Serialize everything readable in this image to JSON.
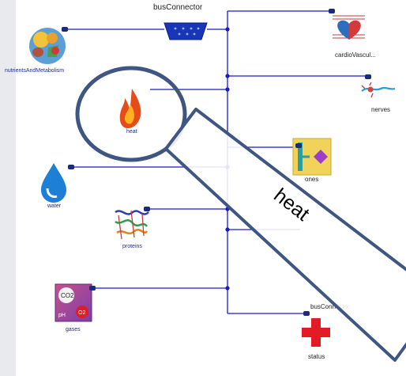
{
  "diagram": {
    "bus": {
      "top_label": "busConnector",
      "bottom_label": "busConnector"
    },
    "components": {
      "nutrients": "nutrientsAndMetabolism",
      "cardio": "cardioVascul...",
      "heat": "heat",
      "nerves": "nerves",
      "hormones": "ones",
      "water": "water",
      "proteins": "proteins",
      "gases": "gases",
      "status": "status"
    },
    "gas_icon_text": {
      "co2": "CO2",
      "ph": "pH",
      "o2": "O2"
    },
    "magnifier_label": "heat",
    "colors": {
      "wire": "#1a1ac8",
      "lens_ring": "#3f5682",
      "status_cross": "#e21b24",
      "hormone_box": "#f1d35a"
    }
  }
}
